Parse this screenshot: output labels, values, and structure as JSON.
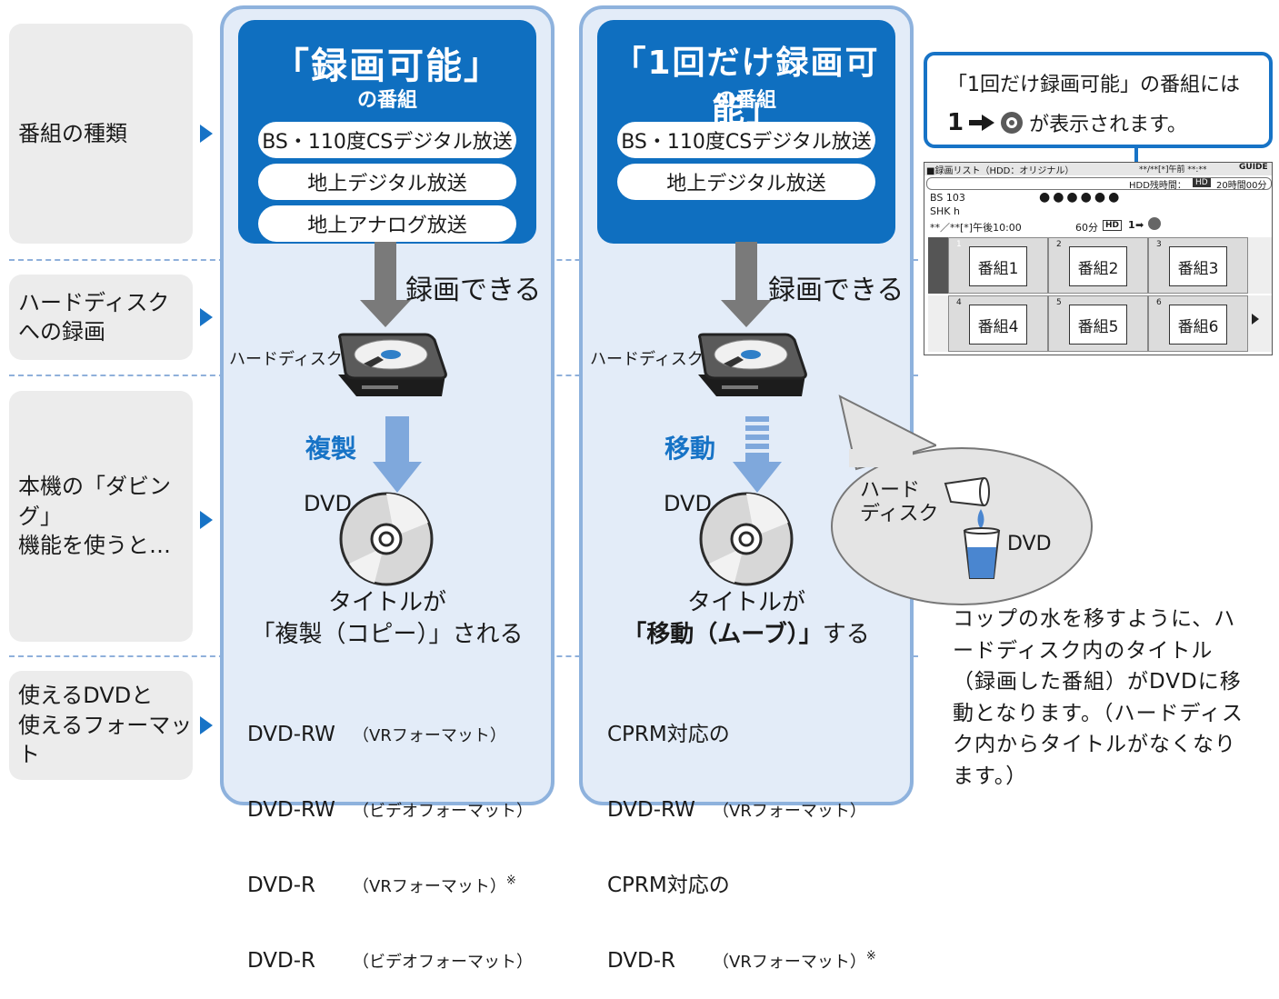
{
  "rows": [
    {
      "label": "番組の種類"
    },
    {
      "label": "ハードディスク\nへの録画"
    },
    {
      "label": "本機の「ダビング」\n機能を使うと…"
    },
    {
      "label": "使えるDVDと\n使えるフォーマット"
    }
  ],
  "columns": [
    {
      "title": "「録画可能」",
      "subtitle": "の番組",
      "broadcasts": [
        "BS・110度CSデジタル放送",
        "地上デジタル放送",
        "地上アナログ放送"
      ],
      "record_label": "録画できる",
      "hdd_label": "ハードディスク",
      "operation": "複製",
      "dvd_label": "DVD",
      "result_line1": "タイトルが",
      "result_line2": "「複製（コピー）」される",
      "formats": [
        {
          "name": "DVD-RW",
          "format": "（VRフォーマット）",
          "note": ""
        },
        {
          "name": "DVD-RW",
          "format": "（ビデオフォーマット）",
          "note": ""
        },
        {
          "name": "DVD-R",
          "format": "（VRフォーマット）",
          "note": "※"
        },
        {
          "name": "DVD-R",
          "format": "（ビデオフォーマット）",
          "note": ""
        }
      ]
    },
    {
      "title": "「1回だけ録画可能」",
      "subtitle": "の番組",
      "broadcasts": [
        "BS・110度CSデジタル放送",
        "地上デジタル放送"
      ],
      "record_label": "録画できる",
      "hdd_label": "ハードディスク",
      "operation": "移動",
      "dvd_label": "DVD",
      "result_line1": "タイトルが",
      "result_line2_bold": "「移動（ムーブ）」",
      "result_line2_rest": "する",
      "formats": [
        {
          "prefix": "CPRM対応の"
        },
        {
          "name": "DVD-RW",
          "format": "（VRフォーマット）",
          "note": ""
        },
        {
          "prefix": "CPRM対応の"
        },
        {
          "name": "DVD-R",
          "format": "（VRフォーマット）",
          "note": "※"
        }
      ]
    }
  ],
  "callout": {
    "line1": "「1回だけ録画可能」の番組には",
    "line2_mark": "1",
    "line2_text": "が表示されます。"
  },
  "screen": {
    "header_title": "■録画リスト（HDD：オリジナル）",
    "header_date": "**/**[*]午前 **:**",
    "header_logo": "GUIDE",
    "remaining_label": "HDD残時間：",
    "remaining_badge": "HD",
    "remaining_value": "20時間00分",
    "channel": "BS 103",
    "station": "SHK h",
    "dots": "●●●●●●",
    "datetime": "**／**[*]午後10:00",
    "duration": "60分",
    "hd_badge": "HD",
    "mark": "1",
    "row1": [
      {
        "num": "1",
        "title": "番組1"
      },
      {
        "num": "2",
        "title": "番組2"
      },
      {
        "num": "3",
        "title": "番組3"
      }
    ],
    "row2": [
      {
        "num": "4",
        "title": "番組4"
      },
      {
        "num": "5",
        "title": "番組5"
      },
      {
        "num": "6",
        "title": "番組6"
      }
    ]
  },
  "bubble": {
    "hdd_line1": "ハード",
    "hdd_line2": "ディスク",
    "dvd": "DVD"
  },
  "side_note": "コップの水を移すように、ハードディスク内のタイトル（録画した番組）がDVDに移動となります。（ハードディスク内からタイトルがなくなります。）",
  "colors": {
    "accent_blue": "#0f6fc0",
    "column_bg": "#e3ecf8",
    "column_border": "#8eb2dd",
    "row_label_bg": "#ececec",
    "dash": "#8fb0db"
  }
}
